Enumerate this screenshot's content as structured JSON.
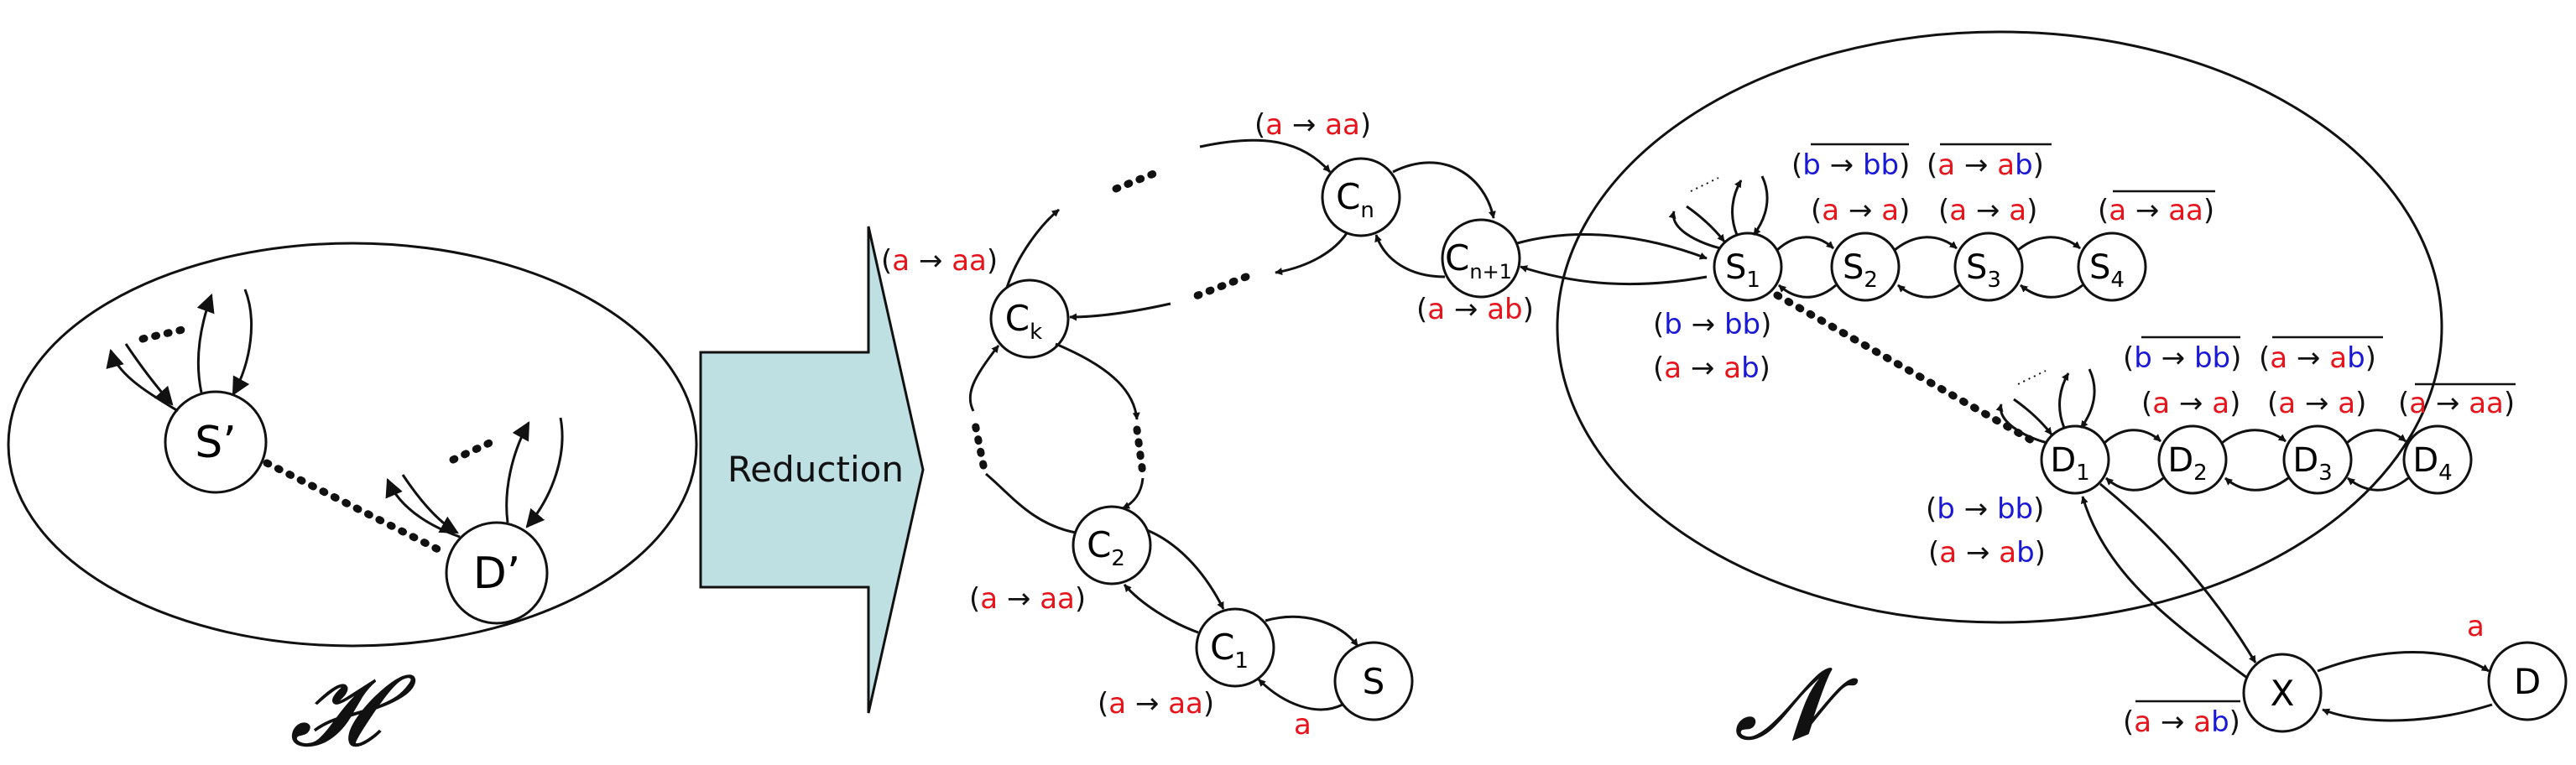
{
  "colors": {
    "red": "#e8141c",
    "blue": "#1818d6",
    "reduction_fill": "#bfe0e2"
  },
  "reduction": {
    "label": "Reduction"
  },
  "graph_labels": {
    "left": "𝓗",
    "right": "𝓝"
  },
  "nodes": {
    "S_prime": "S’",
    "D_prime": "D’",
    "C_k": {
      "main": "C",
      "sub": "k"
    },
    "C_n": {
      "main": "C",
      "sub": "n"
    },
    "C_n1": {
      "main": "C",
      "sub": "n+1"
    },
    "C_2": {
      "main": "C",
      "sub": "2"
    },
    "C_1": {
      "main": "C",
      "sub": "1"
    },
    "S": "S",
    "S_1": {
      "main": "S",
      "sub": "1"
    },
    "S_2": {
      "main": "S",
      "sub": "2"
    },
    "S_3": {
      "main": "S",
      "sub": "3"
    },
    "S_4": {
      "main": "S",
      "sub": "4"
    },
    "D_1": {
      "main": "D",
      "sub": "1"
    },
    "D_2": {
      "main": "D",
      "sub": "2"
    },
    "D_3": {
      "main": "D",
      "sub": "3"
    },
    "D_4": {
      "main": "D",
      "sub": "4"
    },
    "X": "X",
    "D": "D"
  },
  "rule_parts": {
    "open": "(",
    "close": ")",
    "arrow": " → ",
    "a": "a",
    "b": "b",
    "aa": "aa",
    "ab": "ab",
    "bb": "bb"
  }
}
